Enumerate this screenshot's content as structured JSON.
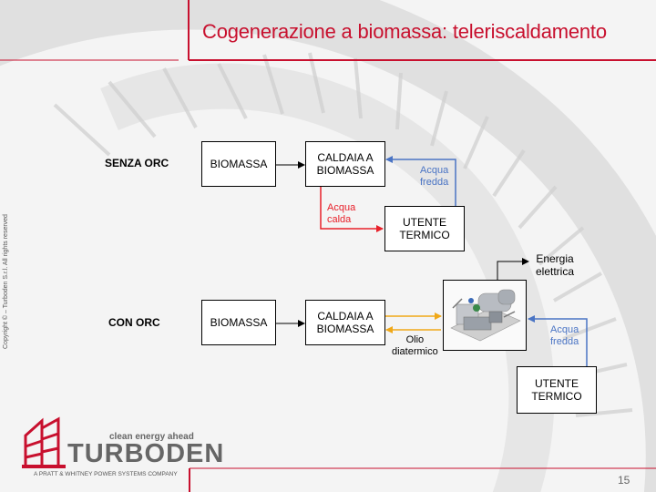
{
  "slide": {
    "title": "Cogenerazione a biomassa: teleriscaldamento",
    "page_number": "15",
    "copyright": "Copyright © – Turboden S.r.l. All rights reserved"
  },
  "logo": {
    "tagline": "clean energy ahead",
    "brand": "TURBODEN",
    "subtitle": "A PRATT & WHITNEY POWER SYSTEMS COMPANY"
  },
  "senza_orc": {
    "label": "SENZA ORC",
    "biomassa": "BIOMASSA",
    "caldaia": "CALDAIA A\nBIOMASSA",
    "utente": "UTENTE\nTERMICO",
    "acqua_calda": "Acqua\ncalda",
    "acqua_fredda": "Acqua\nfredda"
  },
  "con_orc": {
    "label": "CON ORC",
    "biomassa": "BIOMASSA",
    "caldaia": "CALDAIA A\nBIOMASSA",
    "olio": "Olio\ndiatermico",
    "energia": "Energia\nelettrica",
    "acqua_fredda": "Acqua\nfredda",
    "utente": "UTENTE\nTERMICO"
  },
  "colors": {
    "accent": "#c8102e",
    "hot": "#e8202a",
    "cold": "#4a74c4",
    "oil": "#f0a818"
  }
}
